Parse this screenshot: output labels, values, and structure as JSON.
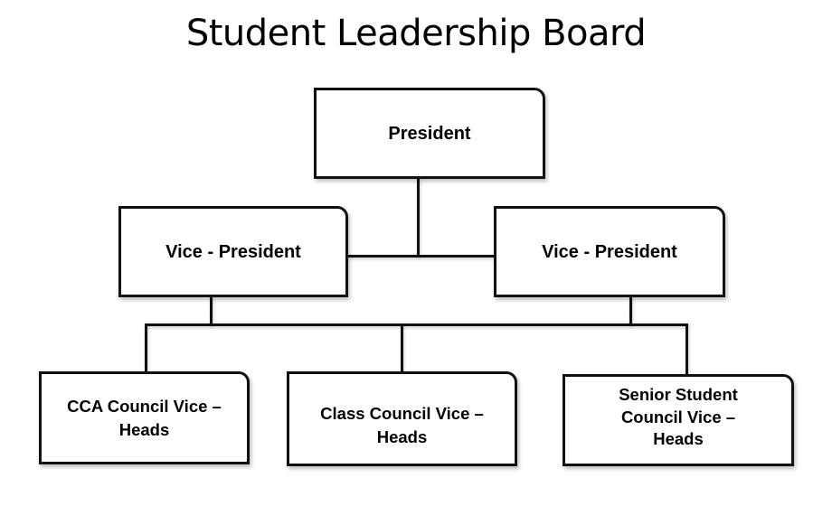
{
  "title": "Student Leadership Board",
  "nodes": {
    "president": {
      "label": "President"
    },
    "vp_left": {
      "label": "Vice - President"
    },
    "vp_right": {
      "label": "Vice - President"
    },
    "cca": {
      "label": "CCA Council Vice – Heads"
    },
    "class": {
      "label": "Class Council Vice – Heads"
    },
    "senior": {
      "label": "Senior Student Council Vice – Heads"
    }
  },
  "edges": [
    {
      "from": "president",
      "to": "vp_left"
    },
    {
      "from": "president",
      "to": "vp_right"
    },
    {
      "from": "vp_left",
      "to": "cca"
    },
    {
      "from": "vp_left",
      "to": "class"
    },
    {
      "from": "vp_left",
      "to": "senior"
    },
    {
      "from": "vp_right",
      "to": "cca"
    },
    {
      "from": "vp_right",
      "to": "class"
    },
    {
      "from": "vp_right",
      "to": "senior"
    }
  ],
  "colors": {
    "stroke": "#111111",
    "fill": "#ffffff",
    "text": "#000000"
  }
}
